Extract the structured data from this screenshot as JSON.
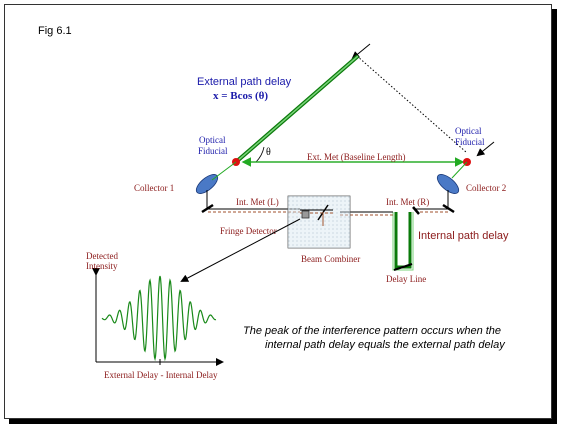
{
  "figure_label": "Fig 6.1",
  "external_delay": {
    "title": "External path delay",
    "formula": "x = Bcos (θ)"
  },
  "theta": "θ",
  "optical_fiducial_left": [
    "Optical",
    "Fiducial"
  ],
  "optical_fiducial_right": [
    "Optical",
    "Fiducial"
  ],
  "ext_met": "Ext. Met (Baseline Length)",
  "collector_1": "Collector 1",
  "collector_2": "Collector 2",
  "int_met_l": "Int. Met (L)",
  "int_met_r": "Int. Met (R)",
  "fringe_detector": "Fringe Detector",
  "internal_path_delay": "Internal path delay",
  "beam_combiner": "Beam Combiner",
  "delay_line": "Delay Line",
  "detected_intensity": [
    "Detected",
    "Intensity"
  ],
  "x_axis_label": "External Delay - Internal Delay",
  "caption": [
    "The peak of the interference pattern occurs when the",
    "internal path delay equals the external path delay"
  ],
  "colors": {
    "green": "#22aa22",
    "dark_green": "#0a7a0a",
    "label_red": "#8b1a1a",
    "brown": "#a0522d",
    "blue_text": "#1a1aaa",
    "fiducial_red": "#dd1111",
    "collector_blue": "#4a79c6"
  }
}
